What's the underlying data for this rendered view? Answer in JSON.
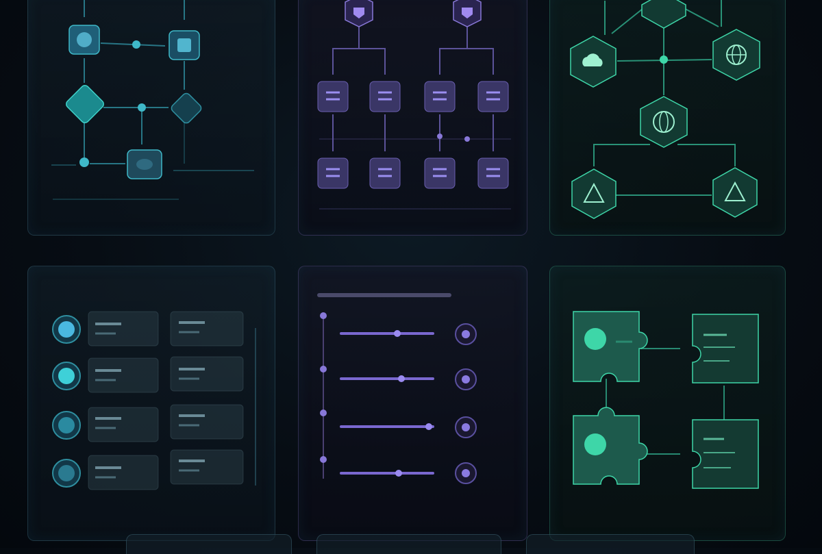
{
  "panels": [
    {
      "id": "flowchart",
      "accent": "#3fb8c8"
    },
    {
      "id": "security-tree",
      "accent": "#8878d8"
    },
    {
      "id": "network-hex",
      "accent": "#3ed6a8"
    },
    {
      "id": "list-rows",
      "accent": "#3fb8c8"
    },
    {
      "id": "timeline",
      "accent": "#8878d8"
    },
    {
      "id": "puzzle",
      "accent": "#3ed6a8"
    }
  ],
  "colors": {
    "teal": "#3fb8c8",
    "purple": "#8878d8",
    "green": "#3ed6a8",
    "background": "#070d14"
  },
  "icons": [
    "shield-icon",
    "cloud-icon",
    "globe-icon",
    "warning-icon",
    "puzzle-icon",
    "list-icon"
  ]
}
